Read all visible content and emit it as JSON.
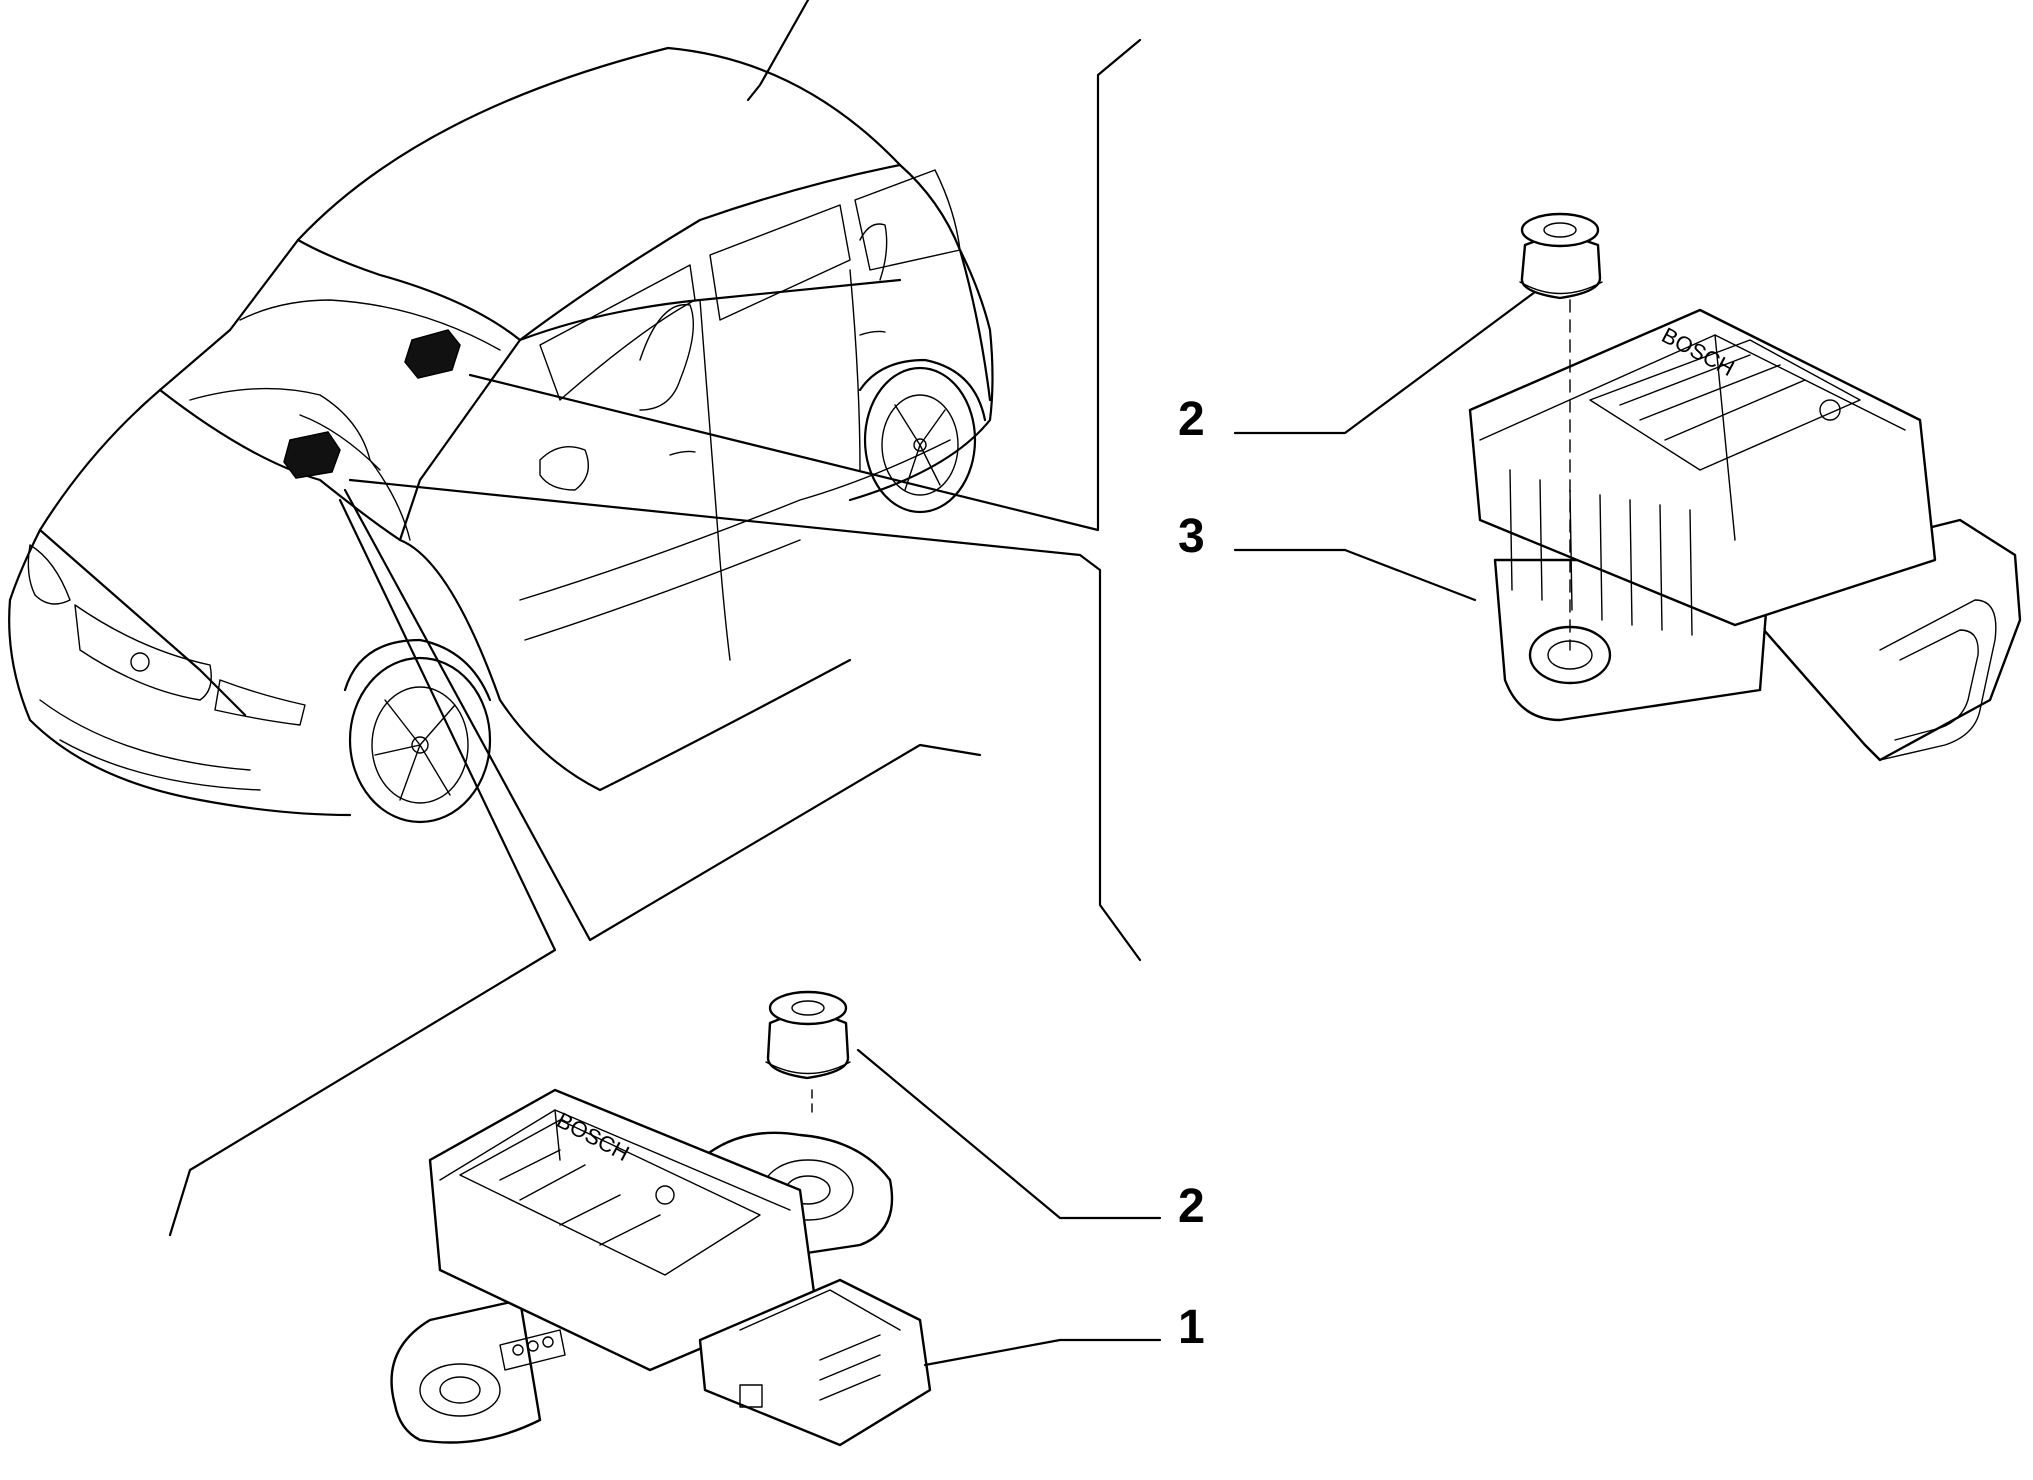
{
  "callouts": [
    {
      "id": "c2a",
      "label": "2"
    },
    {
      "id": "c3",
      "label": "3"
    },
    {
      "id": "c2b",
      "label": "2"
    },
    {
      "id": "c1",
      "label": "1"
    }
  ],
  "branding": {
    "sensor_upper": "BOSCH",
    "sensor_lower": "BOSCH"
  }
}
